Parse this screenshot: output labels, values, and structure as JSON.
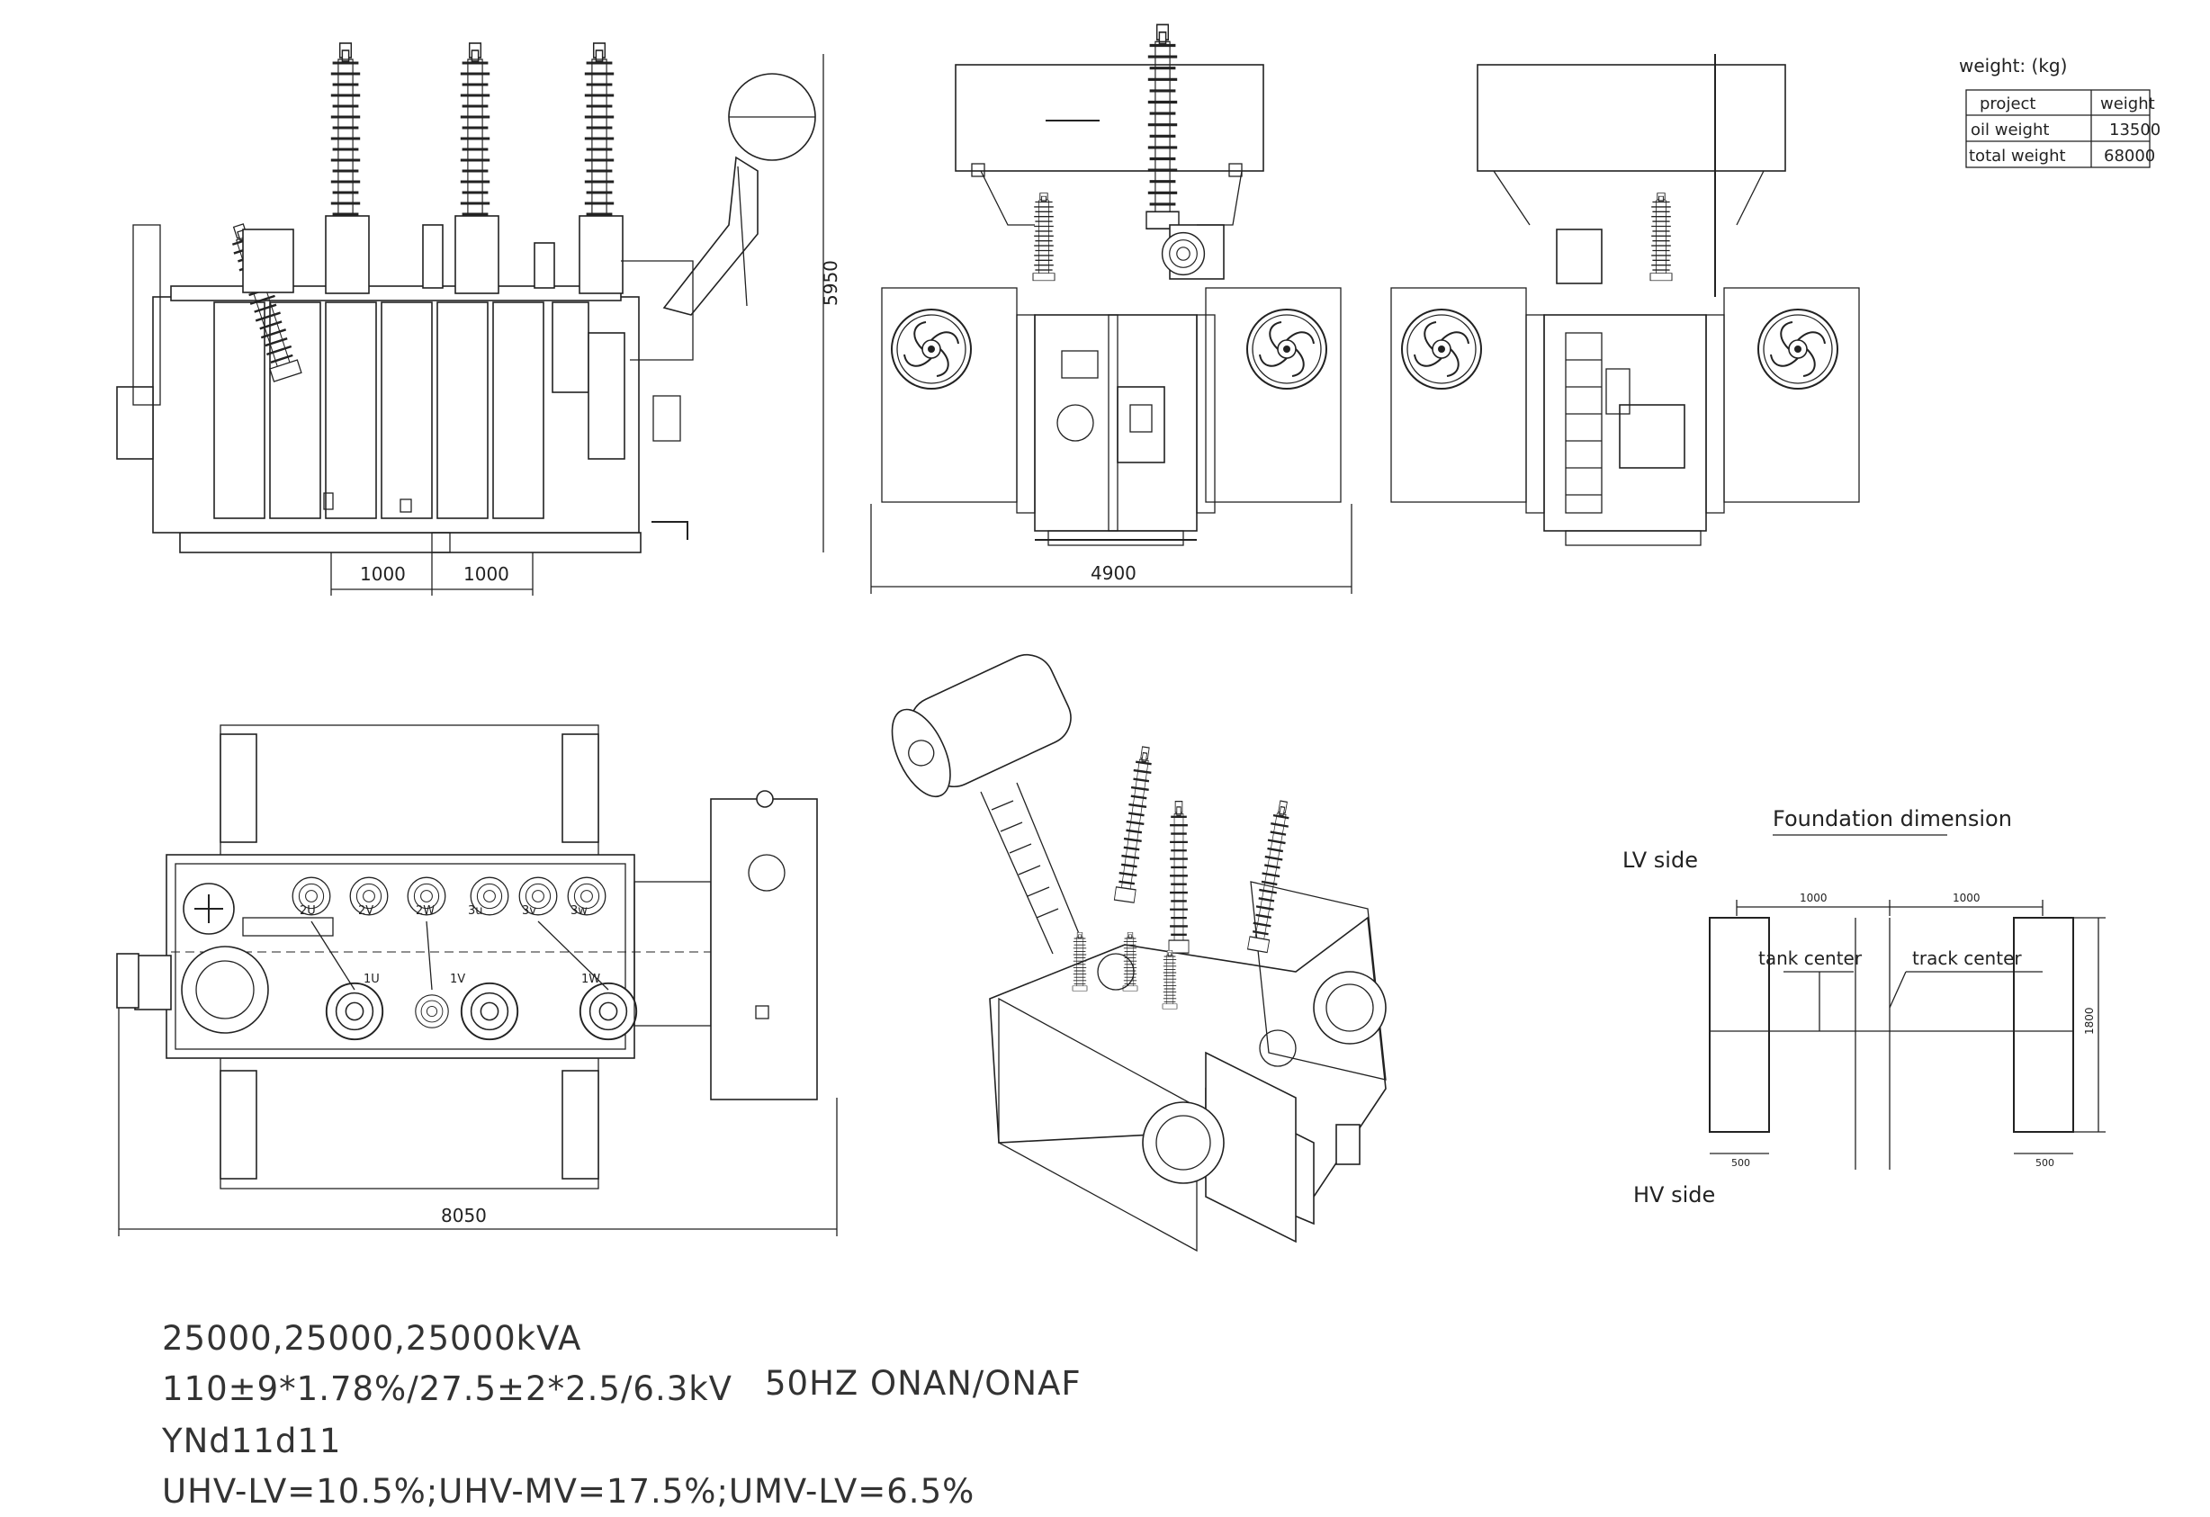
{
  "weight_table": {
    "title": "weight: (kg)",
    "headers": [
      "project",
      "weight"
    ],
    "rows": [
      {
        "project": "oil weight",
        "weight": "13500"
      },
      {
        "project": "total weight",
        "weight": "68000"
      }
    ]
  },
  "dimensions": {
    "side_span_1": "1000",
    "side_span_2": "1000",
    "height": "5950",
    "width": "4900",
    "length": "8050"
  },
  "plan_labels": [
    "2U",
    "2V",
    "2W",
    "3u",
    "3v",
    "3w",
    "1U",
    "1V",
    "1W"
  ],
  "foundation": {
    "title": "Foundation dimension",
    "lv_side": "LV side",
    "hv_side": "HV side",
    "tank_center": "tank center",
    "track_center": "track center",
    "dim_1000_left": "1000",
    "dim_1000_right": "1000",
    "dim_1800": "1800",
    "dim_500_left": "500",
    "dim_500_right": "500"
  },
  "specs": {
    "rating": "25000,25000,25000kVA",
    "voltage": "110±9*1.78%/27.5±2*2.5/6.3kV",
    "frequency_cooling": "50HZ ONAN/ONAF",
    "vector_group": "YNd11d11",
    "impedance": "UHV-LV=10.5%;UHV-MV=17.5%;UMV-LV=6.5%"
  }
}
